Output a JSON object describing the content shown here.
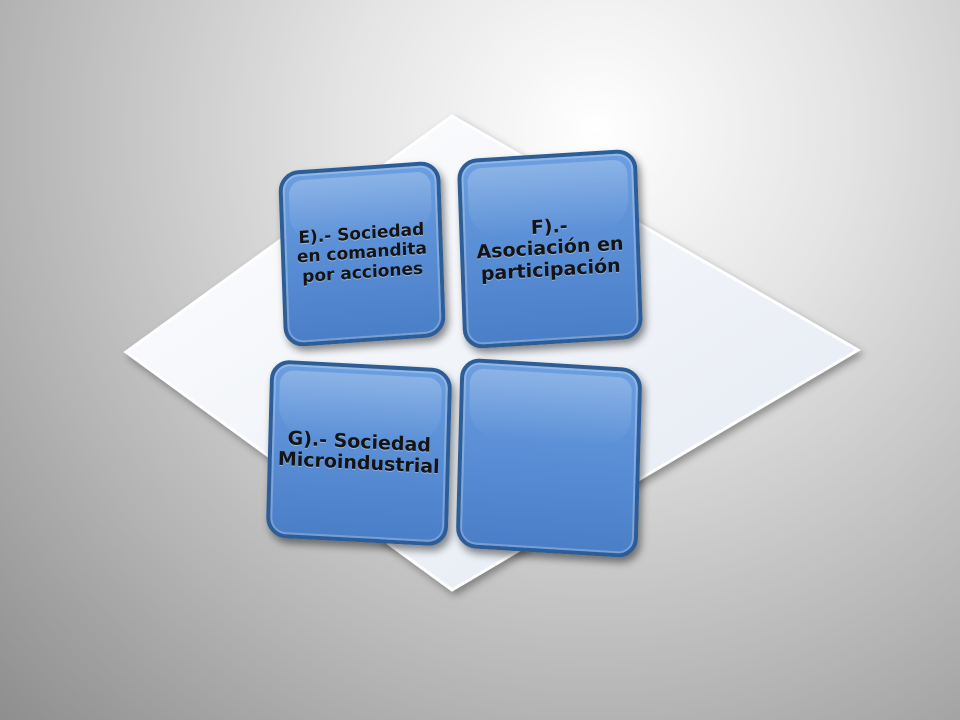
{
  "diagram": {
    "colors": {
      "background": "#bdbdbd",
      "diamond_fill": "#f1f5fb",
      "diamond_border": "#ffffff",
      "tile_fill": "#5b8fd6",
      "tile_border": "#2d5d96",
      "text": "#141414"
    },
    "tiles": [
      {
        "id": "e",
        "label": "E).- Sociedad\nen comandita\npor acciones"
      },
      {
        "id": "f",
        "label": "F).-\nAsociación en\nparticipación"
      },
      {
        "id": "g",
        "label": "G).- Sociedad\nMicroindustrial"
      },
      {
        "id": "h",
        "label": ""
      }
    ]
  }
}
